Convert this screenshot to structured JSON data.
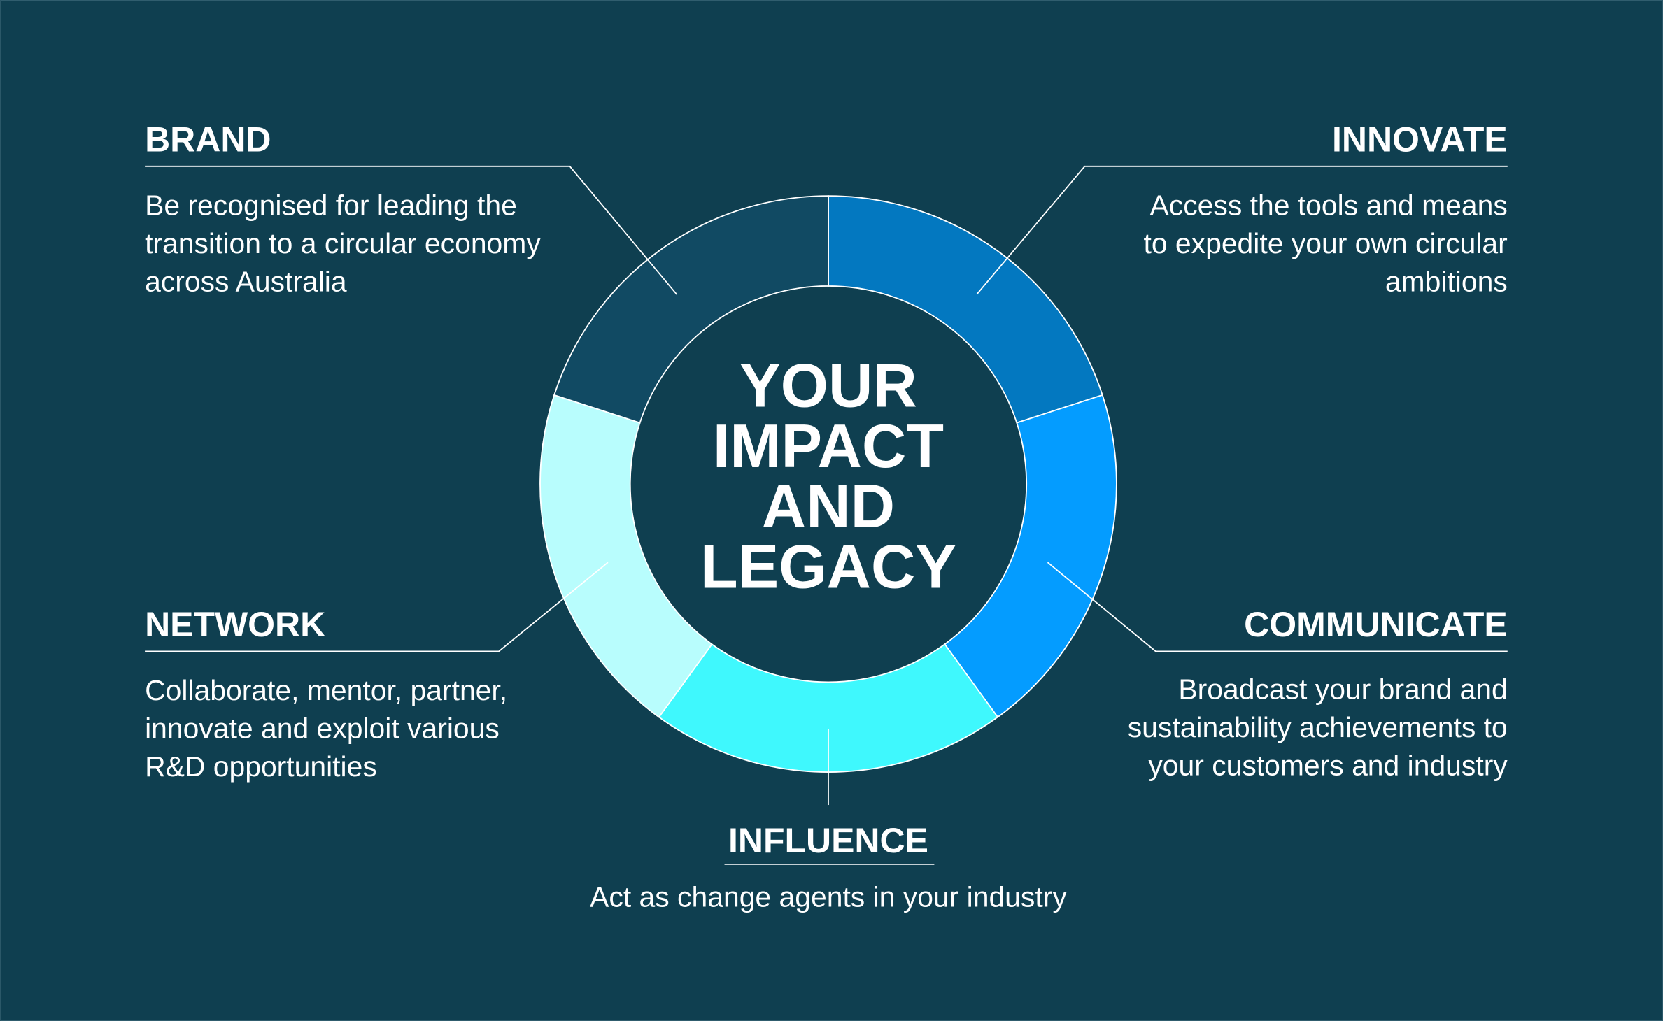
{
  "center_title": [
    "YOUR",
    "IMPACT",
    "AND",
    "LEGACY"
  ],
  "background_color": "#0f3f50",
  "segments": [
    {
      "key": "innovate",
      "color": "#0378c0"
    },
    {
      "key": "communicate",
      "color": "#049cff"
    },
    {
      "key": "influence",
      "color": "#3ff8fd"
    },
    {
      "key": "network",
      "color": "#b8fdfd"
    },
    {
      "key": "brand",
      "color": "#114a63"
    }
  ],
  "brand": {
    "title": "BRAND",
    "lines": [
      "Be recognised for leading the",
      "transition to a circular economy",
      "across Australia"
    ]
  },
  "innovate": {
    "title": "INNOVATE",
    "lines": [
      "Access the tools and means",
      "to expedite your own circular",
      "ambitions"
    ]
  },
  "network": {
    "title": "NETWORK",
    "lines": [
      "Collaborate, mentor, partner,",
      "innovate and exploit various",
      "R&D opportunities"
    ]
  },
  "communicate": {
    "title": "COMMUNICATE",
    "lines": [
      "Broadcast your brand and",
      "sustainability achievements to",
      "your customers and industry"
    ]
  },
  "influence": {
    "title": "INFLUENCE",
    "lines": [
      "Act as change agents in your industry"
    ]
  }
}
